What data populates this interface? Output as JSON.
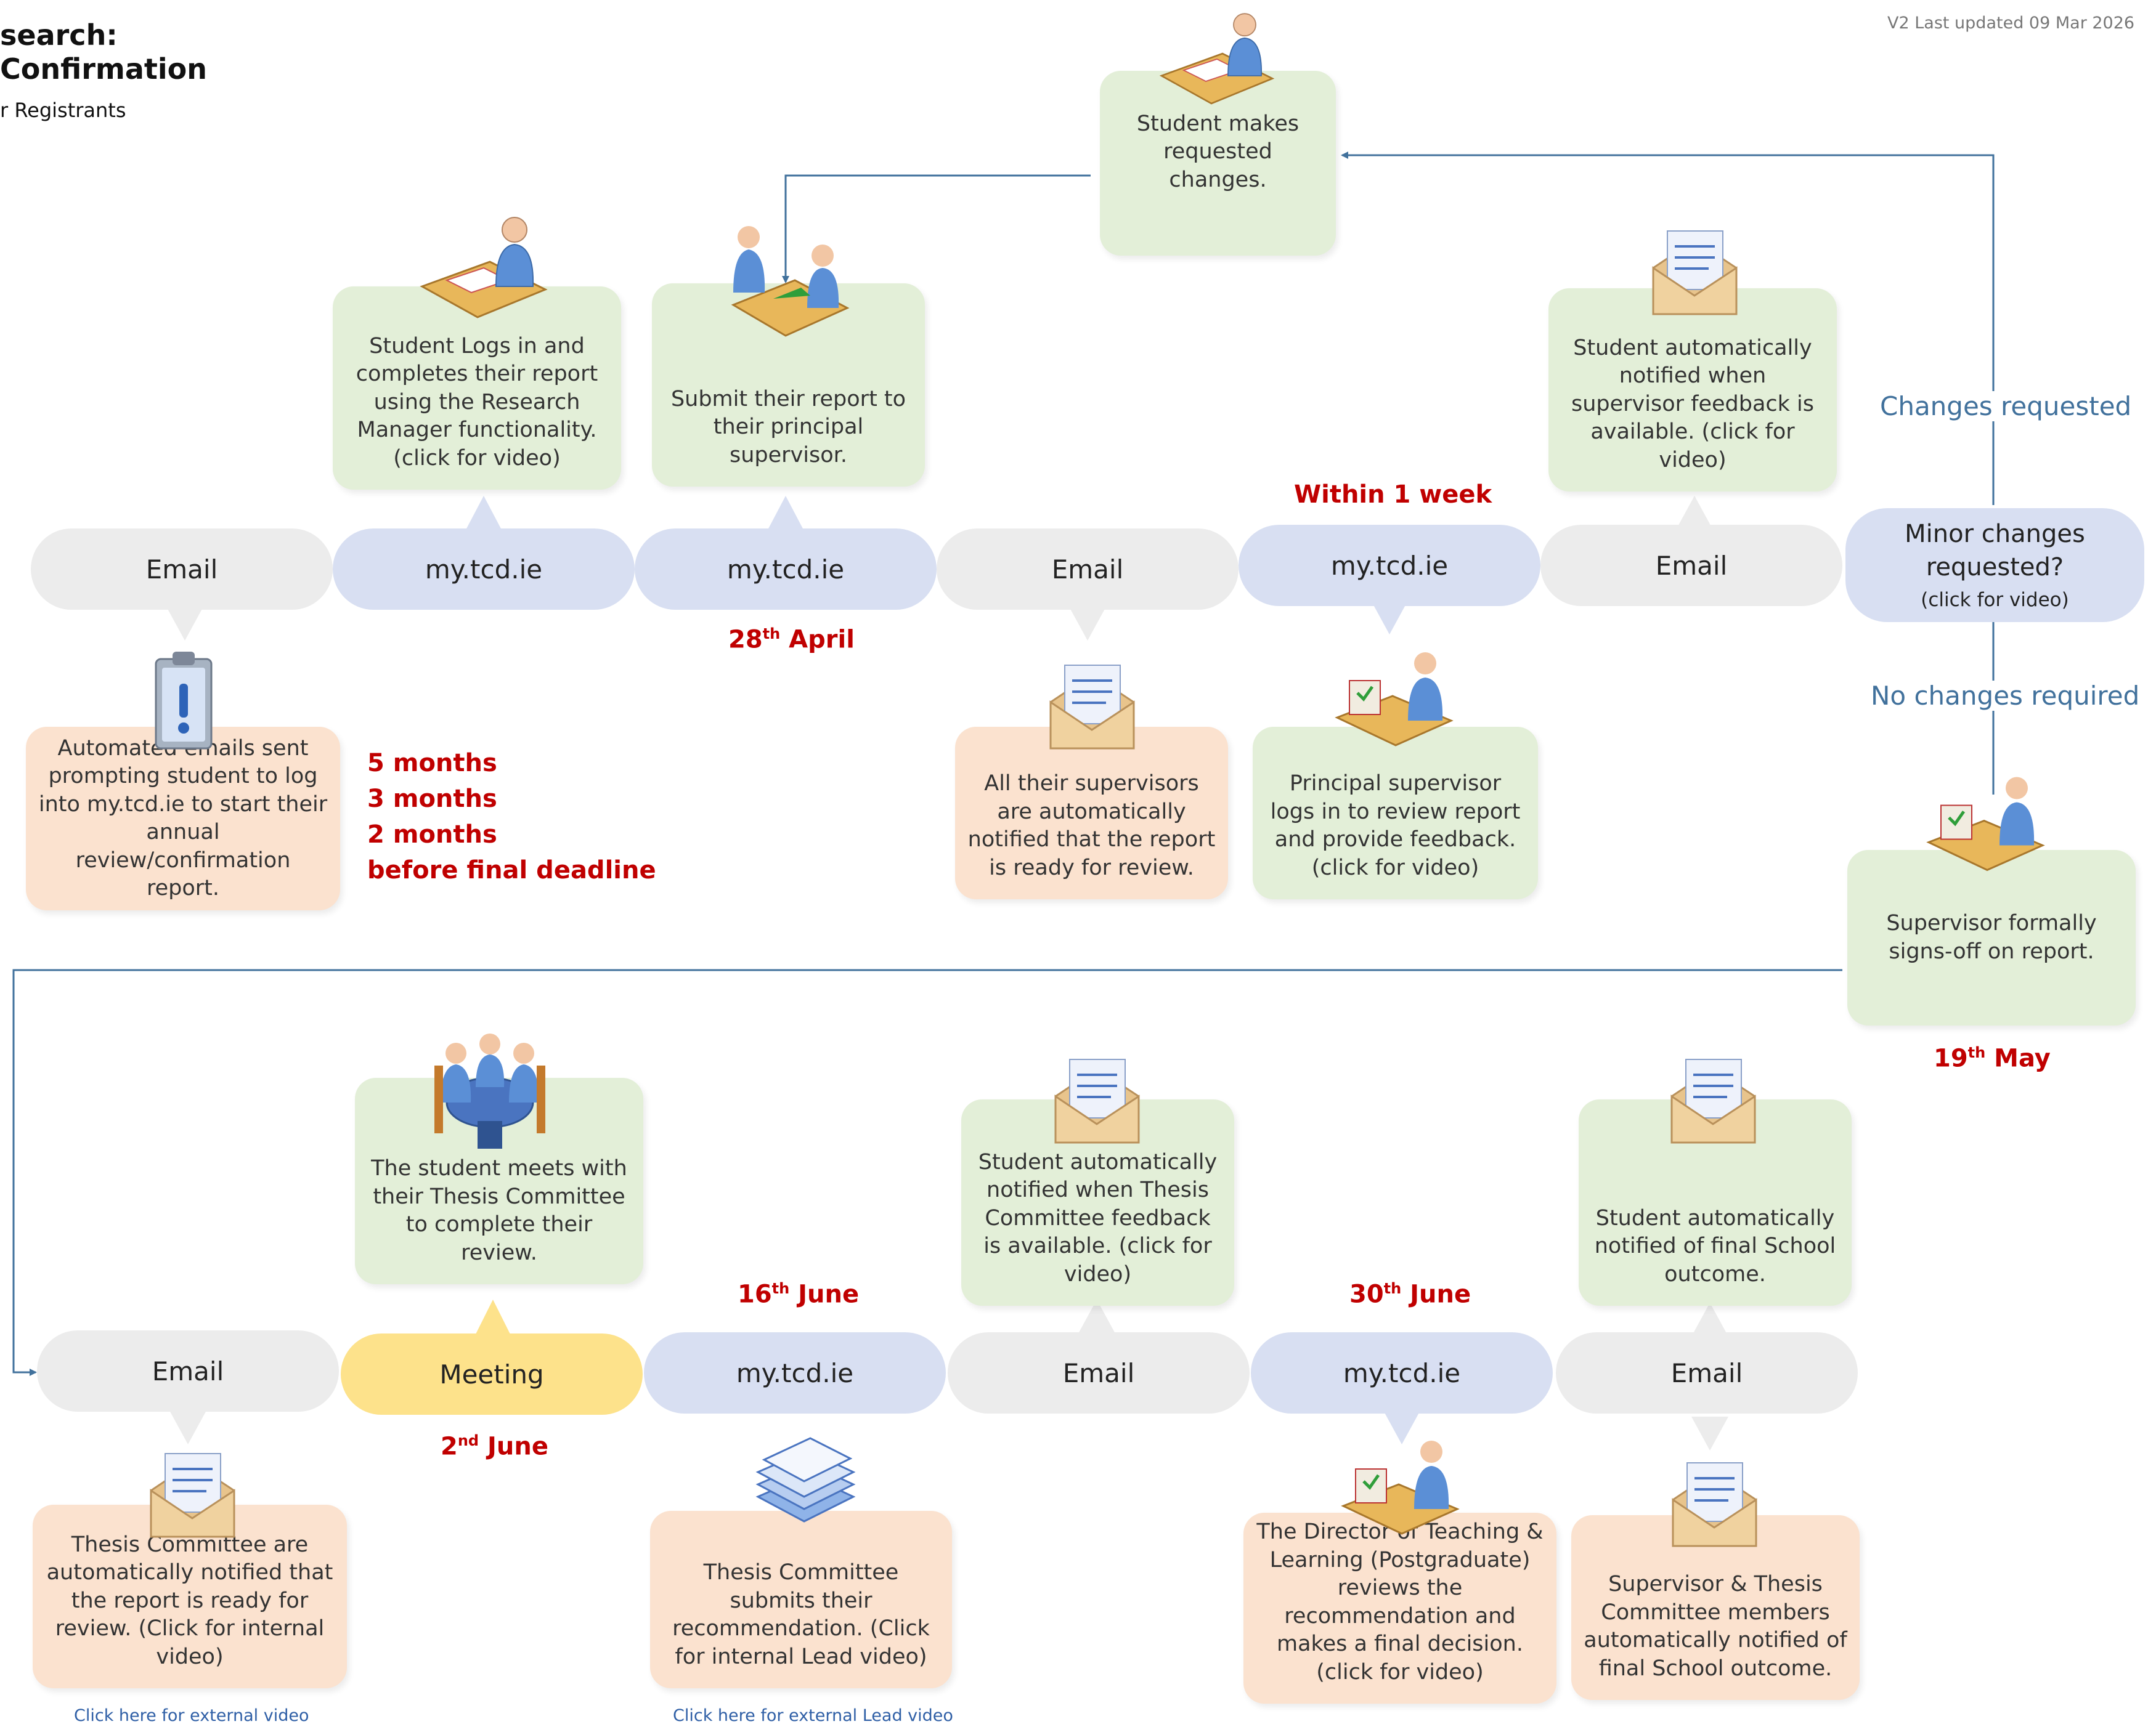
{
  "header": {
    "title_line1": "search:",
    "title_line2": "Confirmation",
    "subtitle": "r Registrants",
    "version": "V2 Last updated 09 Mar 2026"
  },
  "row1": {
    "pills": [
      "Email",
      "my.tcd.ie",
      "my.tcd.ie",
      "Email",
      "my.tcd.ie",
      "Email"
    ],
    "decision": {
      "question": "Minor changes requested?",
      "note": "(click for video)"
    },
    "boxes": {
      "auto_emails": "Automated emails sent prompting student to log into my.tcd.ie to start their annual review/confirmation report.",
      "student_logs_in": "Student Logs in and completes their report using the Research Manager functionality. (click for video)",
      "submit_report": "Submit their report to their principal supervisor.",
      "supervisors_notified": "All their supervisors are automatically notified that the report is ready for review.",
      "principal_reviews": "Principal supervisor logs in to review report and provide feedback. (click for video)",
      "student_notified_feedback": "Student automatically notified when supervisor feedback is available. (click for video)",
      "student_changes": "Student makes requested changes.",
      "supervisor_signs_off": "Supervisor formally signs-off on report."
    },
    "deadlines": [
      "5 months",
      "3 months",
      "2 months",
      "before final deadline"
    ],
    "dates": {
      "april": {
        "day": "28",
        "suffix": "th",
        "month": " April"
      },
      "week": "Within 1 week",
      "may": {
        "day": "19",
        "suffix": "th",
        "month": " May"
      }
    },
    "flow_labels": {
      "changes": "Changes requested",
      "no_changes": "No changes required"
    }
  },
  "row2": {
    "pills": [
      "Email",
      "Meeting",
      "my.tcd.ie",
      "Email",
      "my.tcd.ie",
      "Email"
    ],
    "boxes": {
      "committee_notified": "Thesis Committee are automatically notified that the report is ready for review. (Click for internal video)",
      "student_meets": "The student meets with their Thesis Committee to complete their review.",
      "committee_submits": "Thesis Committee submits their recommendation. (Click for internal Lead video)",
      "student_notified_committee": "Student automatically notified when Thesis Committee feedback is available. (click for video)",
      "director_reviews": "The Director of Teaching & Learning (Postgraduate) reviews the recommendation and makes a final decision. (click for video)",
      "student_notified_outcome": "Student automatically notified of final School outcome.",
      "supervisor_notified_outcome": "Supervisor & Thesis Committee members automatically notified of final School outcome."
    },
    "dates": {
      "june2": {
        "day": "2",
        "suffix": "nd",
        "month": " June"
      },
      "june16": {
        "day": "16",
        "suffix": "th",
        "month": " June"
      },
      "june30": {
        "day": "30",
        "suffix": "th",
        "month": " June"
      }
    },
    "links": {
      "external_video": "Click here for external video",
      "external_lead_video": "Click here for external Lead video"
    }
  },
  "icons": [
    "clipboard-alert-icon",
    "student-desk-icon",
    "handover-icon",
    "envelope-icon",
    "supervisor-review-icon",
    "envelope-icon",
    "student-desk-icon",
    "supervisor-signoff-icon",
    "envelope-icon",
    "committee-meeting-icon",
    "documents-stack-icon",
    "envelope-icon",
    "director-review-icon",
    "envelope-icon",
    "envelope-icon"
  ],
  "colors": {
    "email_pill": "#ececec",
    "web_pill": "#d8dff2",
    "meeting_pill": "#fde28b",
    "green_box": "#e3efd8",
    "peach_box": "#fbe2cf",
    "date_red": "#c00000",
    "connector": "#41719c",
    "link": "#2f5fa6"
  }
}
